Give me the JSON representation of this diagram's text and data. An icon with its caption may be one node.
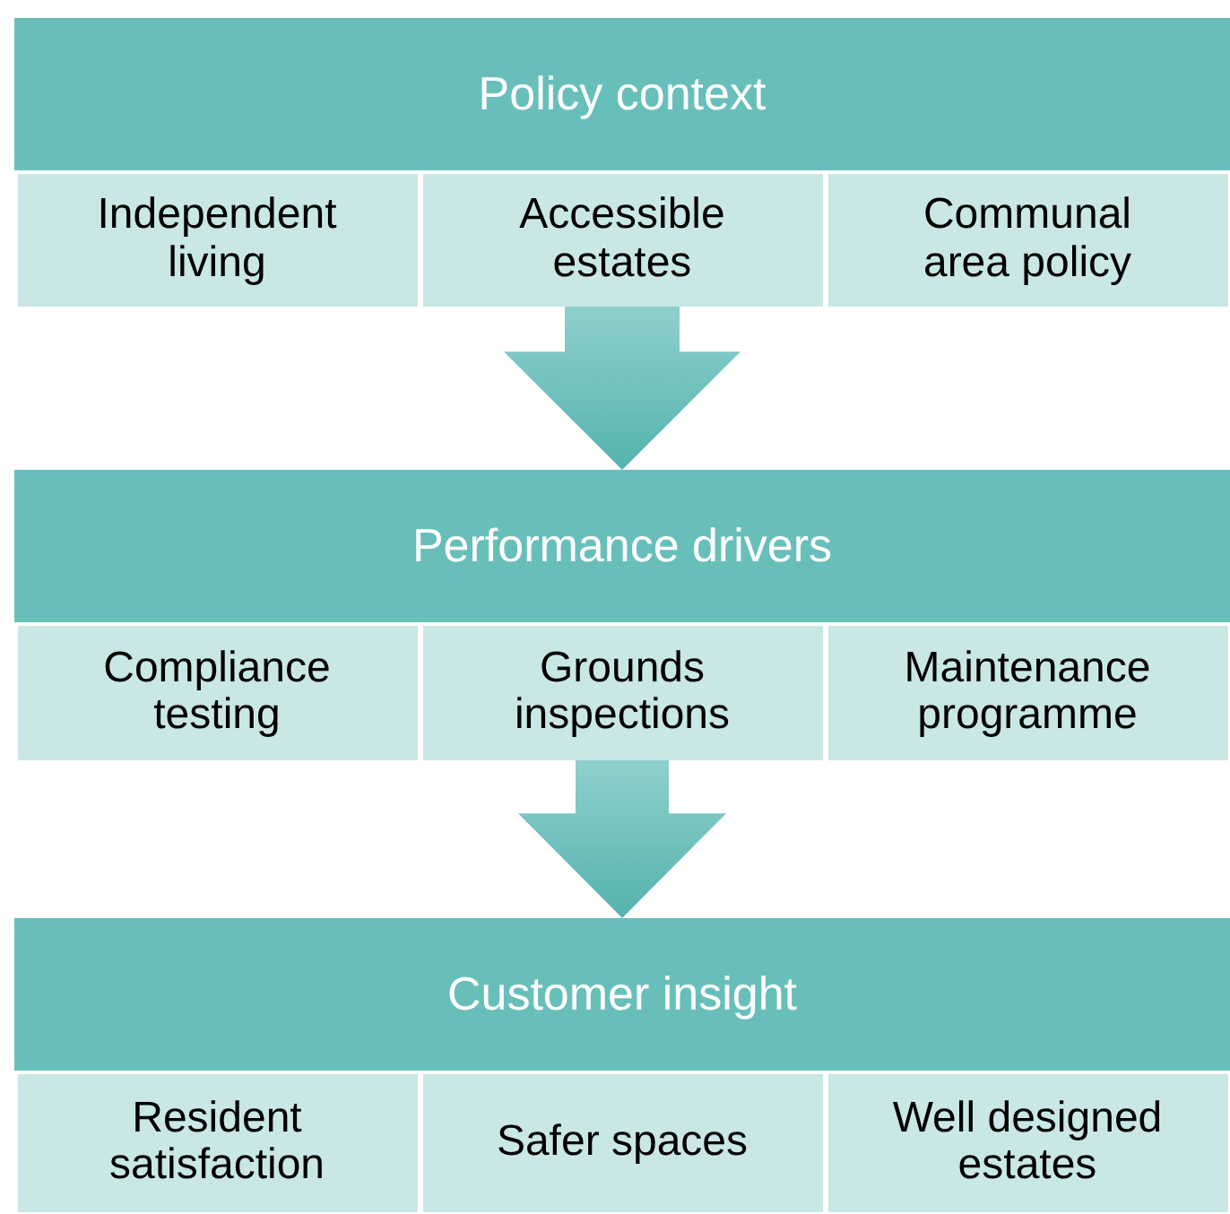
{
  "diagram": {
    "nodes": [
      {
        "text": [
          "Policy context"
        ]
      },
      {
        "text": [
          "Independent living"
        ]
      },
      {
        "text": [
          "Accessible estates"
        ]
      },
      {
        "text": [
          "Communal area policy"
        ]
      },
      {
        "text": [
          "Performance drivers"
        ]
      },
      {
        "text": [
          "Compliance testing"
        ]
      },
      {
        "text": [
          "Grounds inspections"
        ]
      },
      {
        "text": [
          "Maintenance programme"
        ]
      },
      {
        "text": [
          "Customer insight"
        ]
      },
      {
        "text": [
          "Resident satisfaction"
        ]
      },
      {
        "text": [
          "Safer spaces"
        ]
      },
      {
        "text": [
          "Well designed estates"
        ]
      }
    ],
    "edges": [
      {
        "from": 2,
        "to": 4,
        "arrow": "to"
      },
      {
        "from": 6,
        "to": 8,
        "arrow": "to"
      }
    ]
  }
}
